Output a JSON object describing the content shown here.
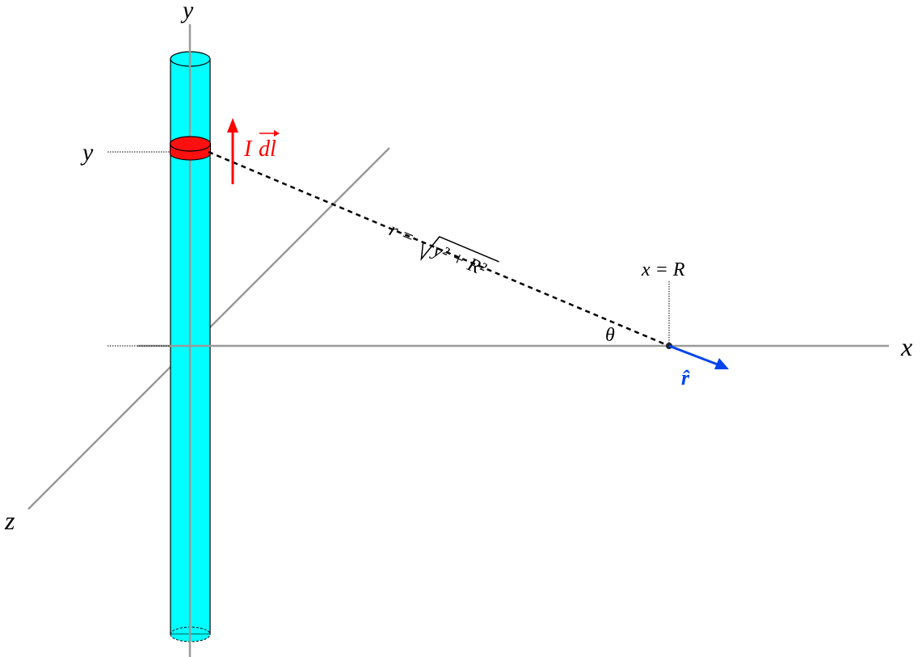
{
  "labels": {
    "y_axis": "y",
    "y_level": "y",
    "x_axis": "x",
    "z_axis": "z",
    "current_element": "I",
    "dl": "dl",
    "distance_r": "r =",
    "distance_rad": "y² + R²",
    "x_eq_R": "x = R",
    "theta": "θ",
    "r_hat": "r̂"
  },
  "colors": {
    "wire": "#00ffff",
    "current_element": "#ff0000",
    "unit_vector": "#0044ee",
    "axes": "#999999"
  }
}
